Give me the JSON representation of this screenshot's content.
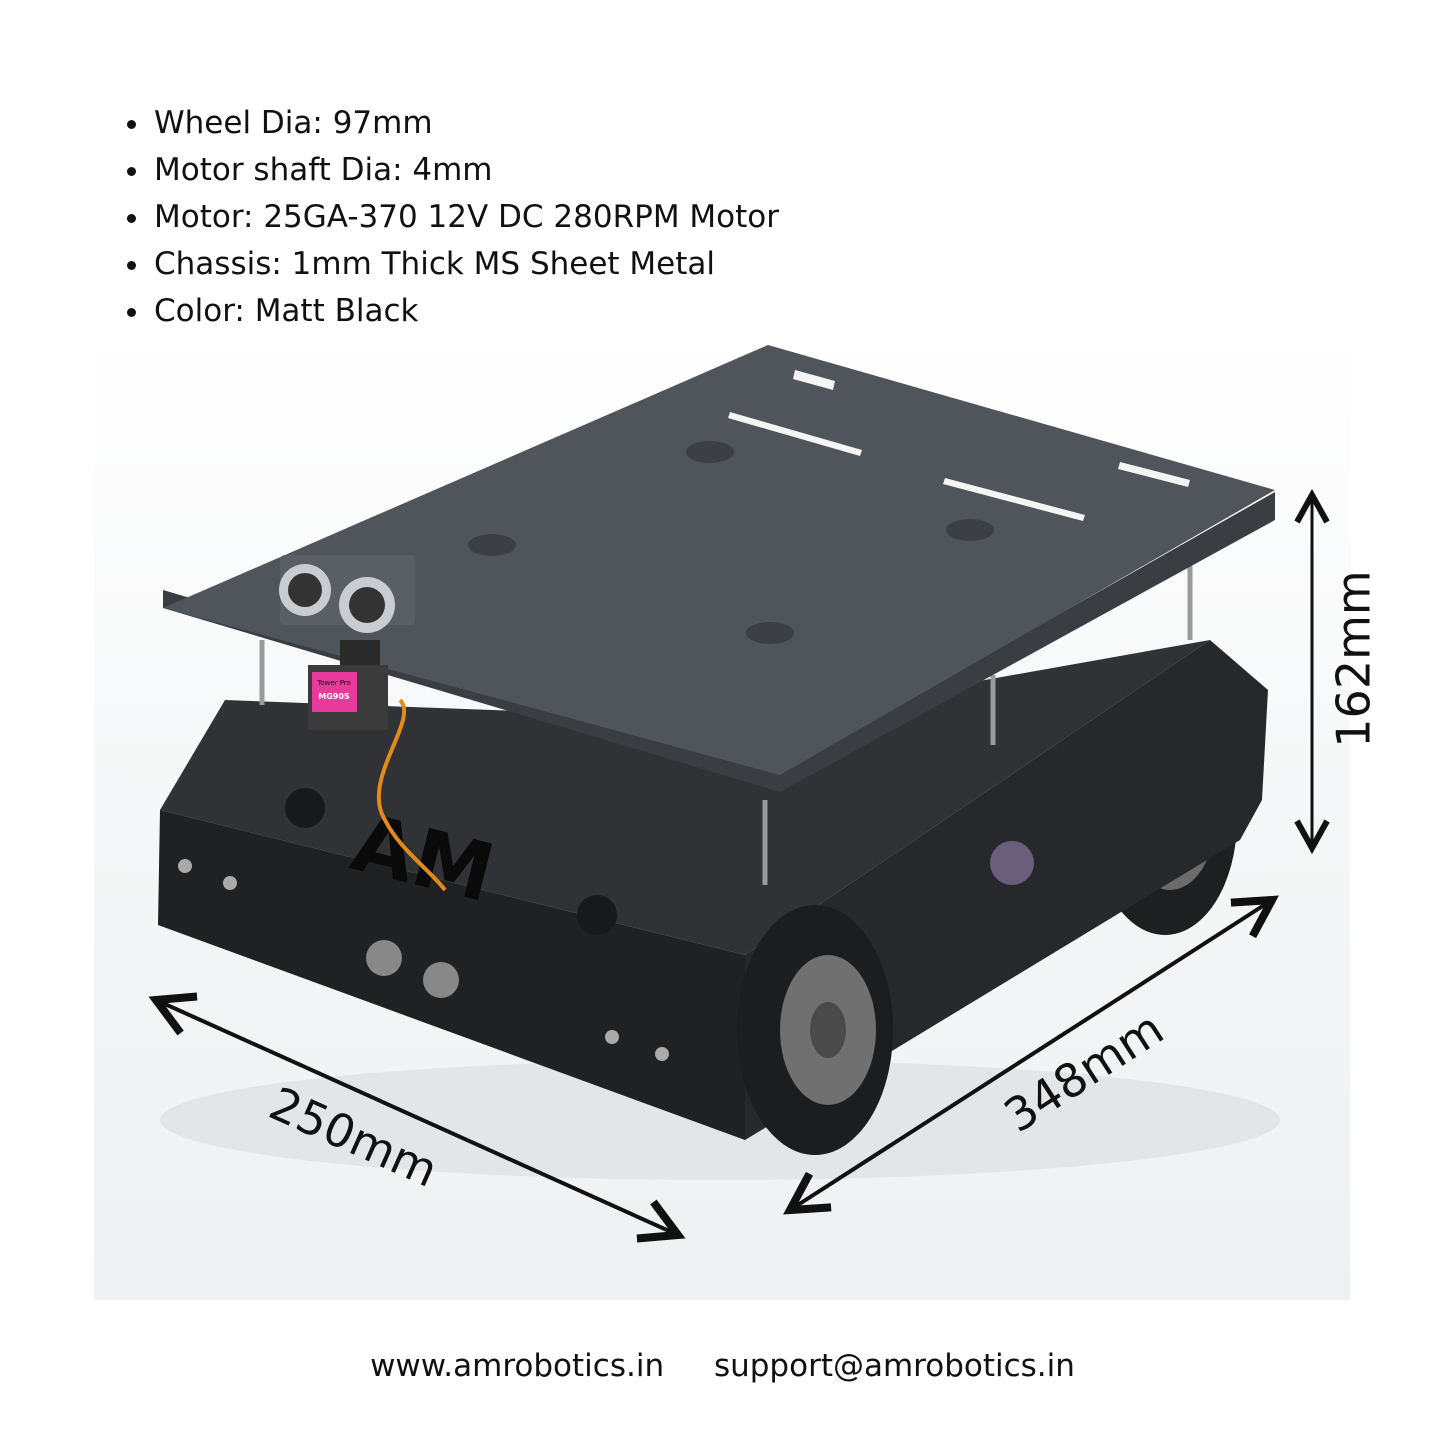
{
  "specs": [
    "Wheel Dia: 97mm",
    "Motor shaft Dia: 4mm",
    "Motor: 25GA-370 12V DC 280RPM Motor",
    "Chassis: 1mm Thick MS Sheet Metal",
    "Color: Matt Black"
  ],
  "dimensions": {
    "height": "162mm",
    "width": "250mm",
    "length": "348mm"
  },
  "product_logo": "AM",
  "servo_label": {
    "brand": "Tower Pro",
    "model": "MG90S"
  },
  "footer": {
    "website": "www.amrobotics.in",
    "email": "support@amrobotics.in"
  },
  "colors": {
    "chassis": "#2a2c2f",
    "plate": "#4a4f55",
    "text": "#111111"
  }
}
